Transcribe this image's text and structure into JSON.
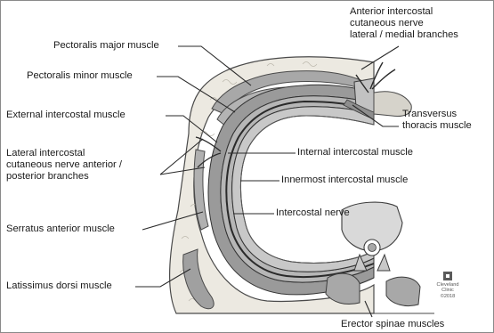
{
  "labels": {
    "anterior_cutaneous": "Anterior intercostal\ncutaneous nerve\nlateral / medial branches",
    "pectoralis_major": "Pectoralis major muscle",
    "pectoralis_minor": "Pectoralis minor muscle",
    "transversus_thoracis": "Transversus\nthoracis muscle",
    "external_intercostal": "External intercostal muscle",
    "internal_intercostal": "Internal intercostal muscle",
    "lateral_cutaneous": "Lateral intercostal\ncutaneous nerve anterior /\nposterior branches",
    "innermost_intercostal": "Innermost intercostal muscle",
    "intercostal_nerve": "Intercostal nerve",
    "serratus_anterior": "Serratus anterior muscle",
    "latissimus_dorsi": "Latissimus dorsi muscle",
    "erector_spinae": "Erector spinae muscles"
  },
  "logo": {
    "line1": "Cleveland",
    "line2": "Clinic",
    "line3": "©2018"
  },
  "colors": {
    "fat_layer": "#ece9e1",
    "muscle": "#a8a8a8",
    "dark_line": "#3c3c3c",
    "leader": "#2a2a2a"
  }
}
